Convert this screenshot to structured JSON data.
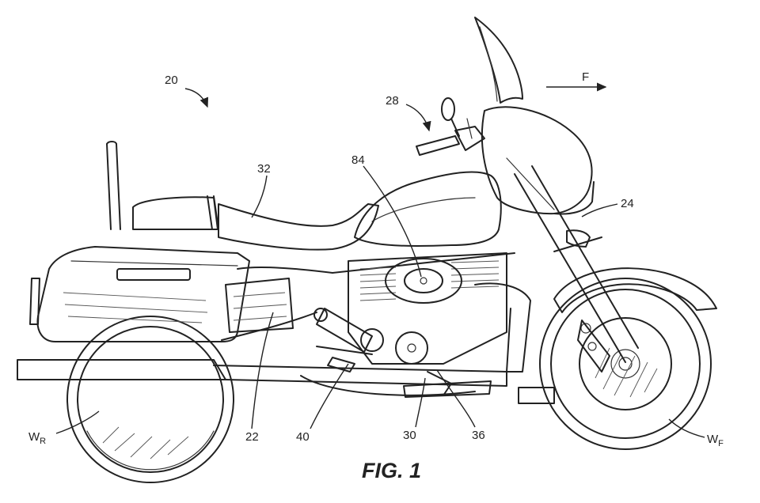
{
  "figure_caption": "FIG. 1",
  "direction_label": "F",
  "references": {
    "motorcycle": "20",
    "frame": "22",
    "fairing": "24",
    "handlebar": "28",
    "engine_lower": "30",
    "seat": "32",
    "shifter": "36",
    "swingarm": "40",
    "engine_cover": "84",
    "rear_wheel_main": "W",
    "rear_wheel_sub": "R",
    "front_wheel_main": "W",
    "front_wheel_sub": "F"
  }
}
